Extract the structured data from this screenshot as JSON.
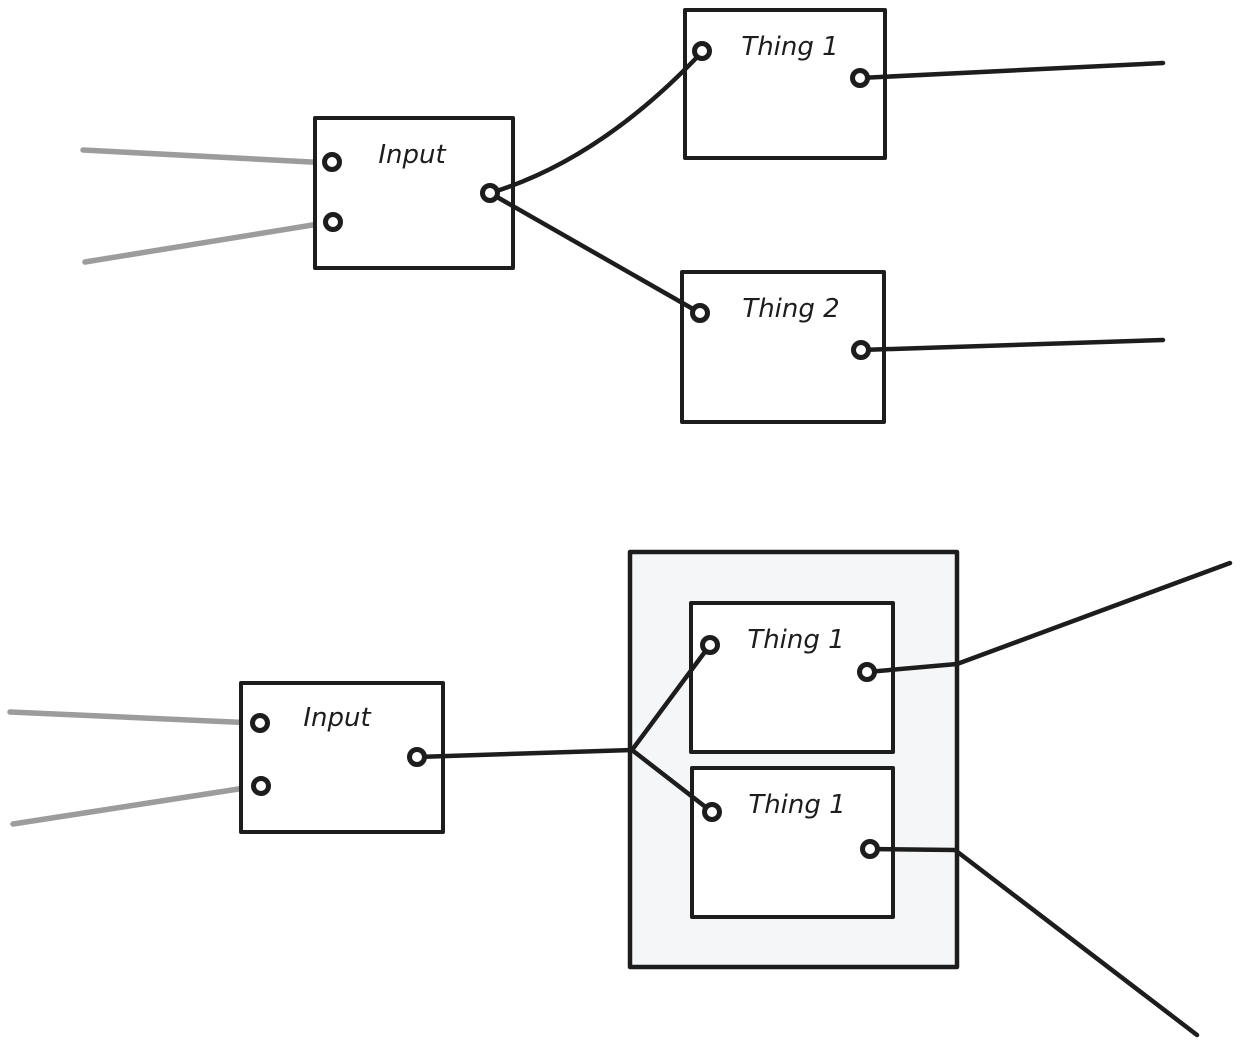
{
  "colors": {
    "ink": "#1d1d1d",
    "gray": "#9c9c9c",
    "container_fill": "#f5f6f8",
    "node_fill": "#ffffff",
    "port_fill": "#ffffff",
    "canvas_bg": "#ffffff"
  },
  "diagram_top": {
    "input": {
      "label": "Input"
    },
    "thing1": {
      "label": "Thing 1"
    },
    "thing2": {
      "label": "Thing 2"
    }
  },
  "diagram_bottom": {
    "input": {
      "label": "Input"
    },
    "group_thing1_top": {
      "label": "Thing 1"
    },
    "group_thing1_bottom": {
      "label": "Thing 1"
    }
  }
}
